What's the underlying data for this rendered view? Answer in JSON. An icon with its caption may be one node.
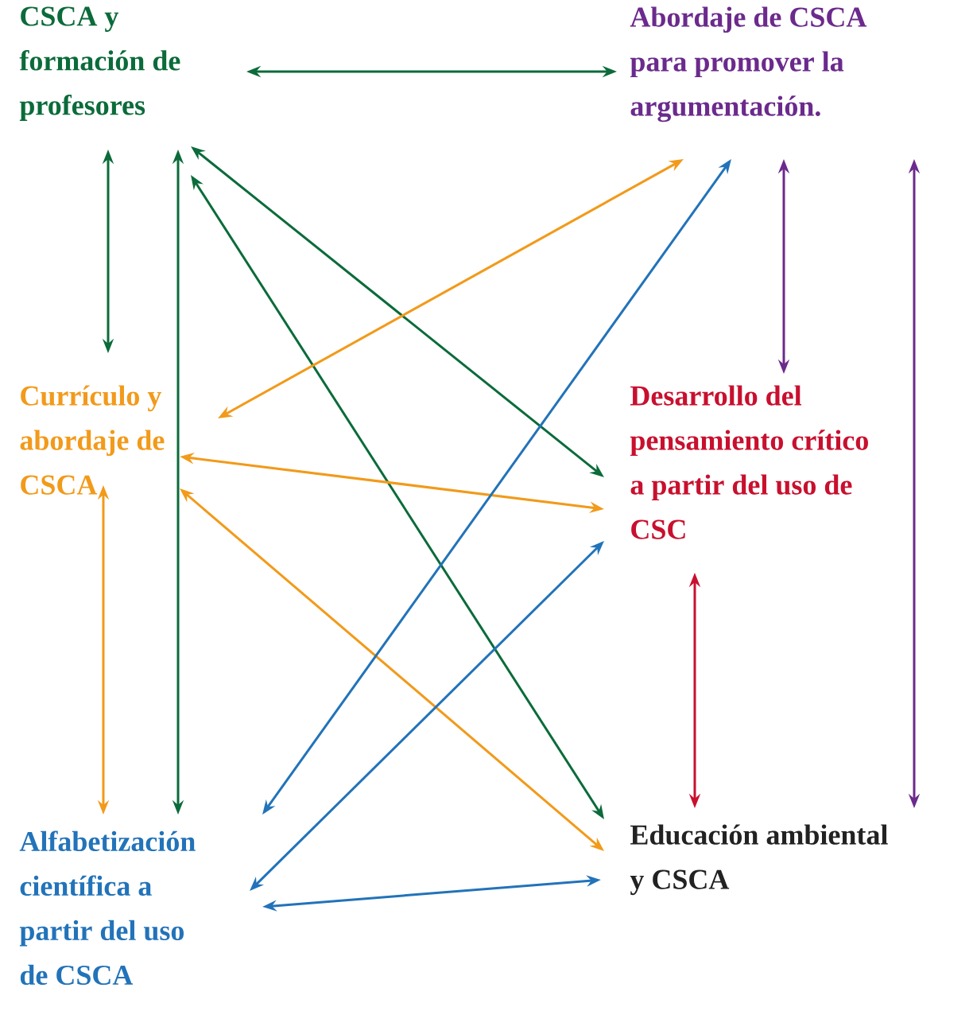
{
  "diagram": {
    "nodes": [
      {
        "text": [
          "CSCA y formación de profesores"
        ]
      },
      {
        "text": [
          "Abordaje de CSCA para promover la argumentación."
        ]
      },
      {
        "text": [
          "Currículo y abordaje de CSCA"
        ]
      },
      {
        "text": [
          "Desarrollo del pensamiento crítico a partir del uso de CSC"
        ]
      },
      {
        "text": [
          "Alfabetización científica a partir del uso de CSCA"
        ]
      },
      {
        "text": [
          "Educación ambiental y CSCA"
        ]
      }
    ],
    "edges": [
      {
        "from": 0,
        "to": 1,
        "arrow": "both"
      },
      {
        "from": 0,
        "to": 2,
        "arrow": "both"
      },
      {
        "from": 0,
        "to": 4,
        "arrow": "both"
      },
      {
        "from": 0,
        "to": 3,
        "arrow": "both"
      },
      {
        "from": 0,
        "to": 5,
        "arrow": "both"
      },
      {
        "from": 2,
        "to": 1,
        "arrow": "both",
        "color": "#f29a1a"
      },
      {
        "from": 2,
        "to": 3,
        "arrow": "both",
        "color": "#f29a1a"
      },
      {
        "from": 2,
        "to": 4,
        "arrow": "both",
        "color": "#f29a1a"
      },
      {
        "from": 2,
        "to": 5,
        "arrow": "both",
        "color": "#f29a1a"
      },
      {
        "from": 4,
        "to": 1,
        "arrow": "both",
        "color": "#2273b9"
      },
      {
        "from": 4,
        "to": 3,
        "arrow": "both",
        "color": "#2273b9"
      },
      {
        "from": 4,
        "to": 5,
        "arrow": "both",
        "color": "#2273b9"
      },
      {
        "from": 1,
        "to": 3,
        "arrow": "both",
        "color": "#6b2a8c"
      },
      {
        "from": 1,
        "to": 5,
        "arrow": "both",
        "color": "#6b2a8c"
      },
      {
        "from": 3,
        "to": 5,
        "arrow": "both",
        "color": "#c8102e"
      }
    ]
  }
}
